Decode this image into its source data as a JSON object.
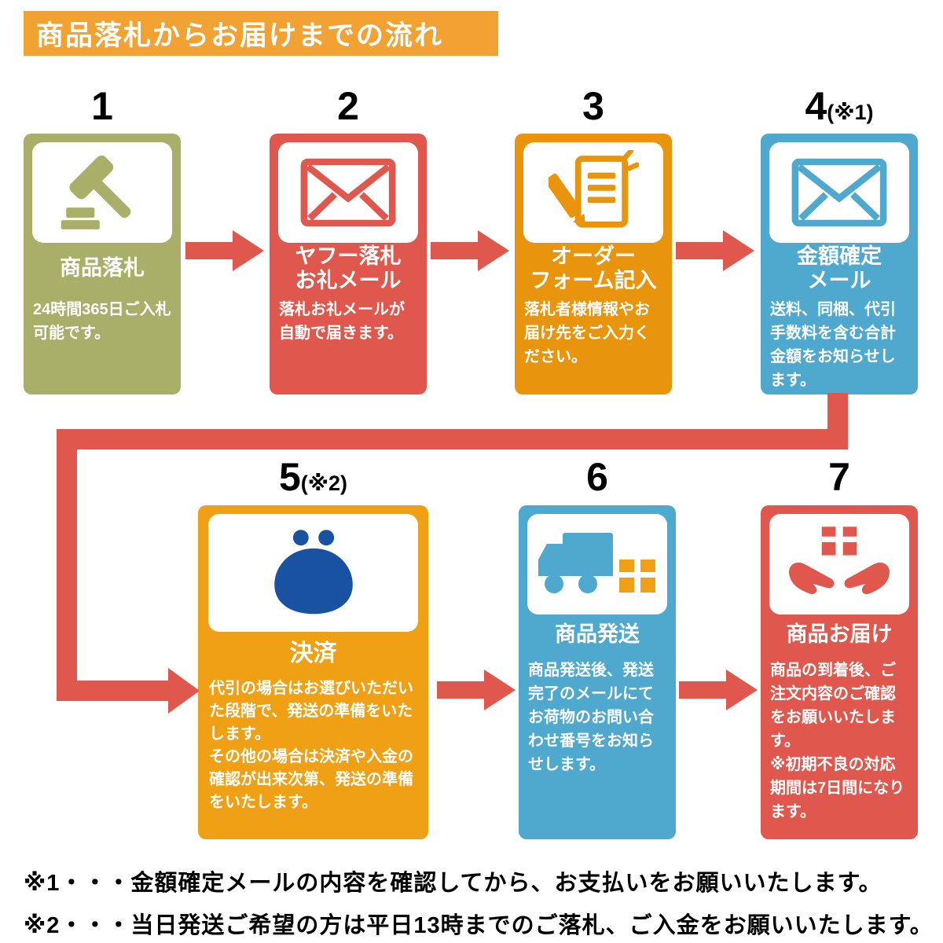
{
  "header": {
    "title": "商品落札からお届けまでの流れ",
    "bg": "#F2A233"
  },
  "colors": {
    "arrow": "#E0584D",
    "purse": "#1952A0",
    "box": "#F0A016"
  },
  "steps": [
    {
      "number": "1",
      "note": "",
      "title": "商品落札",
      "desc": "24時間365日ご入札可能です。",
      "color": "#A9AE68",
      "icon": "gavel-icon"
    },
    {
      "number": "2",
      "note": "",
      "title": "ヤフー落札\nお礼メール",
      "desc": "落札お礼メールが自動で届きます。",
      "color": "#E0584D",
      "icon": "mail-icon"
    },
    {
      "number": "3",
      "note": "",
      "title": "オーダー\nフォーム記入",
      "desc": "落札者様情報やお届け先をご入力ください。",
      "color": "#E8940C",
      "icon": "order-form-icon"
    },
    {
      "number": "4",
      "note": "(※1)",
      "title": "金額確定\nメール",
      "desc": "送料、同梱、代引手数料を含む合計金額をお知らせします。",
      "color": "#4FA9CE",
      "icon": "mail-icon"
    },
    {
      "number": "5",
      "note": "(※2)",
      "title": "決済",
      "desc": "代引の場合はお選びいただいた段階で、発送の準備をいたします。\nその他の場合は決済や入金の確認が出来次第、発送の準備をいたします。",
      "color": "#F0A014",
      "icon": "coin-purse-icon"
    },
    {
      "number": "6",
      "note": "",
      "title": "商品発送",
      "desc": "商品発送後、発送完了のメールにてお荷物のお問い合わせ番号をお知らせします。",
      "color": "#4FA9CE",
      "icon": "truck-icon"
    },
    {
      "number": "7",
      "note": "",
      "title": "商品お届け",
      "desc": "商品の到着後、ご注文内容のご確認をお願いいたします。\n※初期不良の対応期間は7日間になります。",
      "color": "#E0584D",
      "icon": "hands-delivery-icon"
    }
  ],
  "footnotes": [
    "※1・・・金額確定メールの内容を確認してから、お支払いをお願いいたします。",
    "※2・・・当日発送ご希望の方は平日13時までのご落札、ご入金をお願いいたします。"
  ]
}
